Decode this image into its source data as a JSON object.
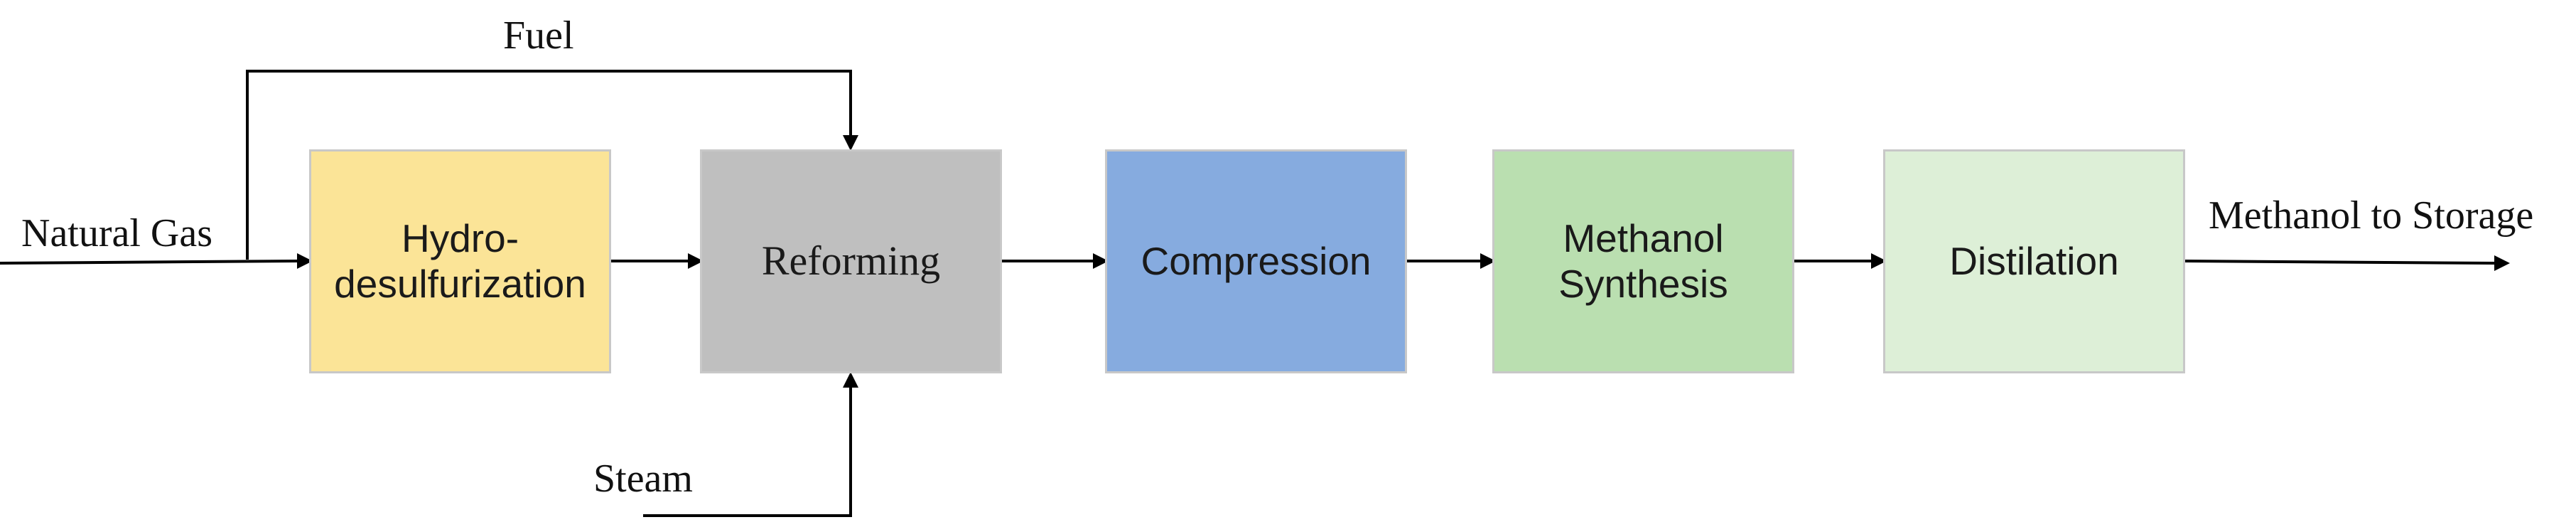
{
  "diagram": {
    "type": "process-flow",
    "inputs": {
      "fuel": "Fuel",
      "natural_gas": "Natural Gas",
      "steam": "Steam"
    },
    "output": "Methanol to Storage",
    "units": [
      {
        "id": "hds",
        "label": "Hydro-\ndesulfurization",
        "color": "#FBE497"
      },
      {
        "id": "ref",
        "label": "Reforming",
        "color": "#BFBFBF"
      },
      {
        "id": "comp",
        "label": "Compression",
        "color": "#86ABDF"
      },
      {
        "id": "meth",
        "label": "Methanol\nSynthesis",
        "color": "#BADFB0"
      },
      {
        "id": "dist",
        "label": "Distilation",
        "color": "#DDEFD7"
      }
    ]
  }
}
